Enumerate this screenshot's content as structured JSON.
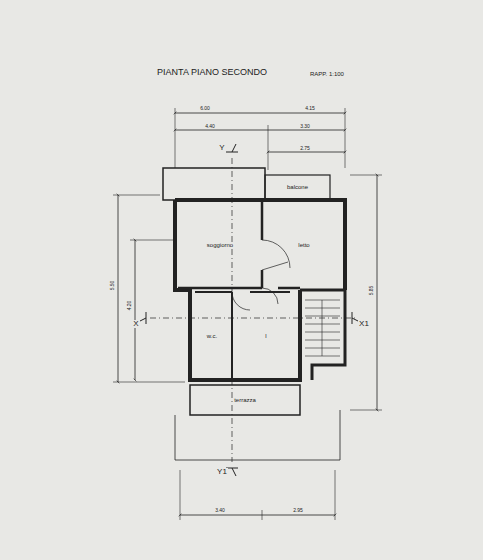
{
  "diagram": {
    "title": "PIANTA PIANO SECONDO",
    "nodes": [
      {
        "text": [
          "balcone"
        ]
      },
      {
        "text": [
          "soggiorno"
        ]
      },
      {
        "text": [
          "letto"
        ]
      },
      {
        "text": [
          "w.c."
        ]
      },
      {
        "text": [
          "l"
        ]
      },
      {
        "text": [
          "terrazza"
        ]
      }
    ],
    "labels": [
      "RAPP. 1:100",
      "Y",
      "Y1",
      "X",
      "X1",
      "6.00",
      "4.40",
      "4.15",
      "3.30",
      "2.75",
      "5.50",
      "4.20",
      "5.85",
      "3.40",
      "2.95"
    ]
  }
}
